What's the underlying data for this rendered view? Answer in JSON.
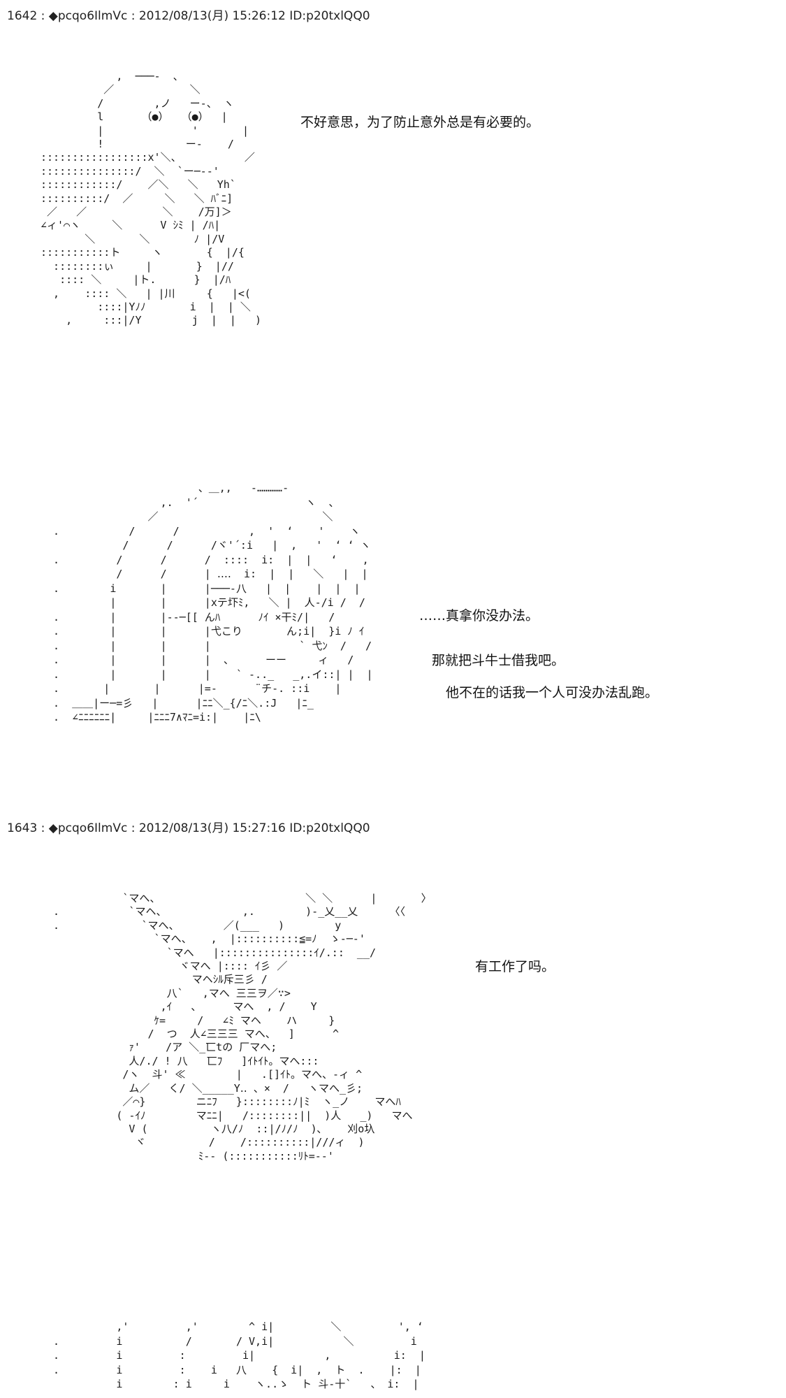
{
  "posts": [
    {
      "header": "1642 : ◆pcqo6IlmVc : 2012/08/13(月) 15:26:12 ID:p20txlQQ0",
      "lines": [
        "不好意思，为了防止意外总是有必要的。",
        "……真拿你没办法。",
        "那就把斗牛士借我吧。",
        "他不在的话我一个人可没办法乱跑。"
      ],
      "art": [
        "            ,  ───-  、",
        "          ／            ＼",
        "         /        ,ノ   ー‐、 ヽ",
        "         l      （●）  （●）  |",
        "         |              '       |",
        "         !             ー‐    /",
        ":::::::::::::::::x'＼、          ／",
        ":::::::::::::::/  ＼  `ー─‐‐'",
        "::::::::::::/    ／＼   ＼   Yh`",
        "::::::::::/  ／     ＼   ＼ ﾊﾞﾆ]",
        " ／   ／            ＼    /万]＞",
        "∠ィ'⌒ヽ     ＼      V ｼﾐ | /ﾊ|",
        "       ＼       ＼       ﾉ |/V",
        ":::::::::::ト     ヽ       {  |/{",
        "  ::::::::ぃ     |       }  |//",
        "   :::: ＼     |ト.      }  |/ﾊ",
        "  ,    :::: ＼   | |川     {   |<(",
        "         ::::|Yﾉﾉ       i  |  | ＼",
        "    ,     :::|/Y        j  |  |   )"
      ],
      "art2": [
        "                         、＿,,   ‐…………‐",
        "                   ,.  '´                 ヽ  、",
        "                 ／                          ＼",
        "  .           /      /           ,  '  ‘    '    ヽ",
        "             /      /      /ヾ'´:i   |  ,   '  ‘ ‘ ヽ",
        "  .         /      /      /  ::::  i:  |  |   ‘    ,",
        "            /      /      | ‥‥  i:  |  |   ＼   |  |",
        "  .        i       |      |───‐八   |  |    |  |  |",
        "           |       |      |xテ圷ﾐ,   ＼ |  人‐/i /  /",
        "  .        |       |‐‐─[[ んﾊ      ﾉｲ ×干ﾐ/|   /",
        "  .        |       |      |弋こり       ん;i|  }i ﾉ ｲ",
        "  .        |       |      |              ` 弋ﾝ  /   /",
        "  .        |       |      |  、     ーー     ィ   /",
        "  .        |       |      |    ` ‐.._   _,.イ::| |  |",
        "  .       |       |      |=-      ¨チ-. ::i    |",
        "  .  ＿＿|ー─=彡   |      |ﾆﾆ＼_{/ﾆ＼.:J   |ﾆ_",
        "  .  ∠ﾆﾆﾆﾆﾆﾆ|     |ﾆﾆﾆ7∧ﾏﾆ=i:|    |ﾆ\\"
      ]
    },
    {
      "header": "1643 : ◆pcqo6IlmVc : 2012/08/13(月) 15:27:16 ID:p20txlQQ0",
      "lines": [
        "有工作了吗。"
      ],
      "art": [
        "             `マへ、                       ＼ ＼      |       〉",
        "  .           `マヘ、            ,.        )-_乂__乂     〈〈",
        "  .             `マへ、       ／(___   )        y",
        "                  `マへ、   ,  |::::::::::≦=ﾉ  ゝ‐─‐'",
        "                    `マへ   |:::::::::::::::ｲ/.::  __/",
        "                      ヾマへ |:::: ｲ彡 ／",
        "                        マヘｼﾙ斥三彡 /",
        "                    八`   ,マへ 三三ヲ／∵>",
        "                   ,ｲ   、     マへ  , /    Y",
        "                  ｹ=     /   ∠ﾐ マヘ    ハ     }",
        "                 /  つ  人∠三三三 マへ、  ]      ^",
        "              ｧ'    /ア ＼_匸tの 厂マへ;",
        "              人/./ ! 八   匸ﾌ   ]ｲﾄｲﾄ。マへ:::",
        "             /ヽ  斗' ≪        |   .[]ｲﾄ。マへ、‐ィ ^",
        "              ム／   く/ ＼_____Y‥ 、×  /   ヽマへ_彡;",
        "             ／⌒}        ニﾆﾌ   }::::::::ﾉ|ﾐ  ヽ_ノ    マへﾊ",
        "            ( -ｲﾉ        マﾆﾆ|   /::::::::||  )人   _)   マへ",
        "              V (          ヽ八/ﾉ  ::|/ﾉ/ﾉ  )､    刈o圦",
        "               ヾ          /    /::::::::::|///ィ  )",
        "                         ﾐ-‐ (:::::::::::ﾘﾄ=‐-'"
      ],
      "art2": [
        "            ,'         ,'        ^ i|         ＼         ', ‘",
        "  .         i          /       / V,i|           ＼         i",
        "  .         i         :         i|           ,          i:  |",
        "  .         i         :    i   八    {  i|  ,  ト  .    |:  |",
        "            i        : i     i    ヽ..ゝ  ト 斗‐十`   、 i:  |"
      ]
    }
  ]
}
